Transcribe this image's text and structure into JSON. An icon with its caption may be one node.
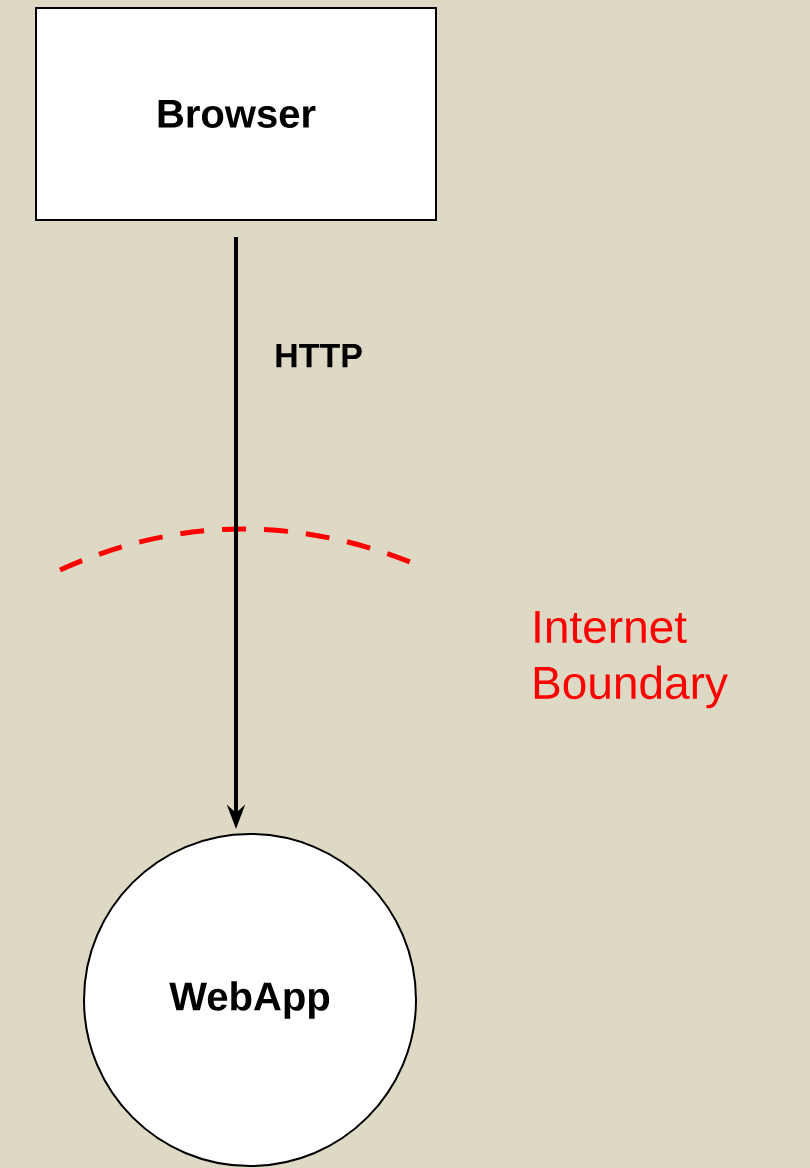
{
  "diagram": {
    "nodes": [
      {
        "text": [
          "Browser"
        ]
      },
      {
        "text": [
          "WebApp"
        ]
      }
    ],
    "edges": [
      {
        "from": 0,
        "to": 1,
        "arrow": "to",
        "label": "HTTP"
      }
    ],
    "labels": [
      "Internet Boundary"
    ]
  }
}
